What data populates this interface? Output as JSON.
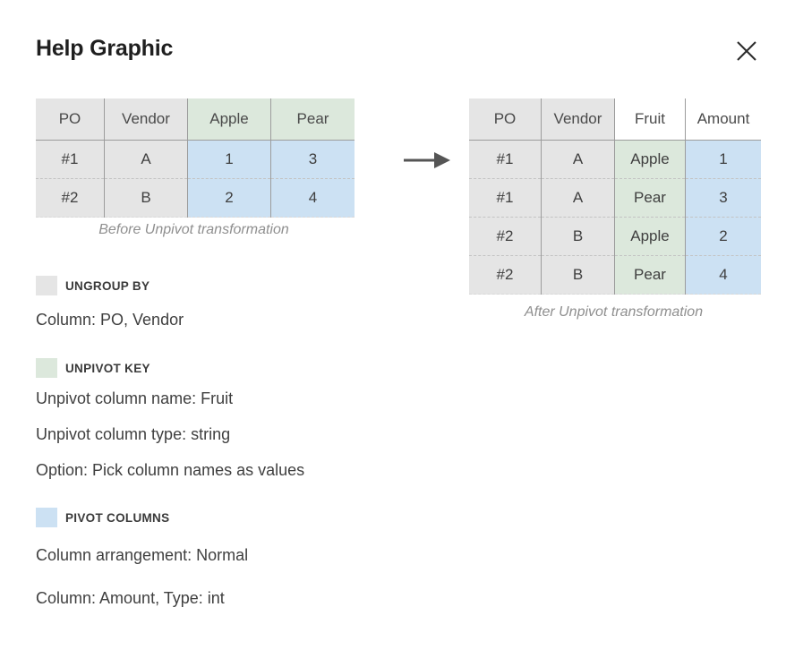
{
  "header": {
    "title": "Help Graphic",
    "close_label": "close-icon"
  },
  "tables": {
    "before": {
      "caption": "Before Unpivot transformation",
      "columns": [
        "PO",
        "Vendor",
        "Apple",
        "Pear"
      ],
      "rows": [
        [
          "#1",
          "A",
          "1",
          "3"
        ],
        [
          "#2",
          "B",
          "2",
          "4"
        ]
      ]
    },
    "after": {
      "caption": "After Unpivot transformation",
      "columns": [
        "PO",
        "Vendor",
        "Fruit",
        "Amount"
      ],
      "rows": [
        [
          "#1",
          "A",
          "Apple",
          "1"
        ],
        [
          "#1",
          "A",
          "Pear",
          "3"
        ],
        [
          "#2",
          "B",
          "Apple",
          "2"
        ],
        [
          "#2",
          "B",
          "Pear",
          "4"
        ]
      ]
    }
  },
  "arrow": {
    "name": "transform-arrow",
    "color": "#555555"
  },
  "legend": {
    "ungroup": {
      "title": "UNGROUP BY",
      "swatch_color": "#e5e5e5",
      "lines": [
        "Column: PO, Vendor"
      ]
    },
    "unpivot_key": {
      "title": "UNPIVOT KEY",
      "swatch_color": "#dce8dc",
      "lines": [
        "Unpivot column name: Fruit",
        "Unpivot column type: string",
        "Option: Pick column names as values"
      ]
    },
    "pivot_columns": {
      "title": "PIVOT COLUMNS",
      "swatch_color": "#cce1f3",
      "lines": [
        "Column arrangement: Normal",
        "Column: Amount, Type: int"
      ]
    }
  },
  "colors": {
    "grey_fill": "#e5e5e5",
    "green_fill": "#dce8dc",
    "blue_fill": "#cce1f3",
    "grid_line": "#9c9c9c",
    "dashed_line": "#c3c3c3",
    "caption_text": "#8f8f8f",
    "title_text": "#1f1f1f"
  }
}
